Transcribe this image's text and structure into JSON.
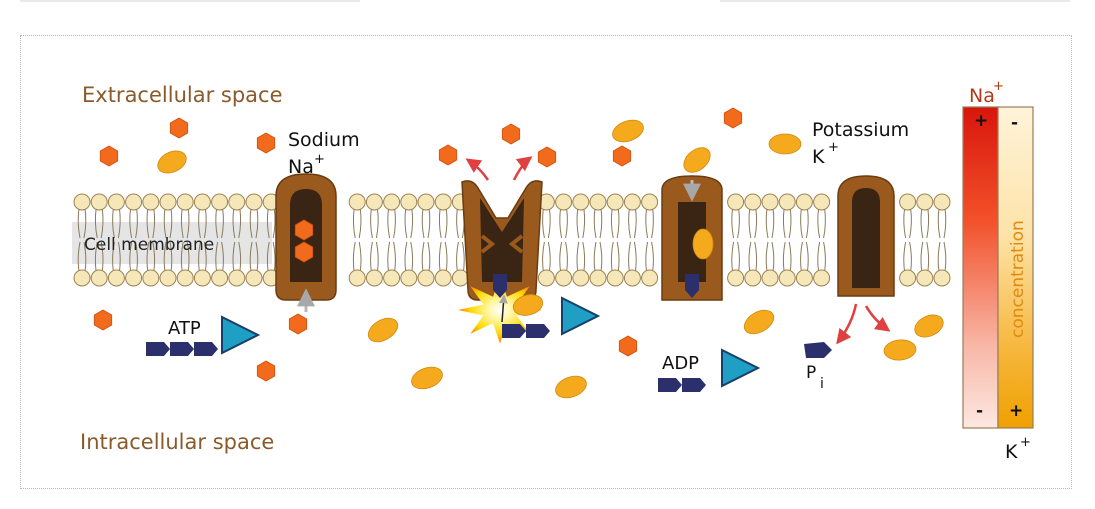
{
  "labels": {
    "extracellular": "Extracellular space",
    "intracellular": "Intracellular space",
    "membrane": "Cell membrane",
    "sodium_name": "Sodium",
    "sodium_symbol": "Na",
    "potassium_name": "Potassium",
    "potassium_symbol": "K",
    "sup_plus": "+",
    "atp": "ATP",
    "adp": "ADP",
    "pi_main": "P",
    "pi_sub": "i"
  },
  "gradient_bar": {
    "top_label": "Na",
    "top_label_sup": "+",
    "bottom_label": "K",
    "bottom_label_sup": "+",
    "axis_text": "concentration",
    "na_top_sign": "+",
    "na_bottom_sign": "-",
    "k_top_sign": "-",
    "k_bottom_sign": "+"
  },
  "colors": {
    "label_brown": "#8a5a2b",
    "sodium_ion": "#f26a1b",
    "potassium_ion": "#f5a91c",
    "pump_outer": "#9a5a1e",
    "pump_inner": "#3a2413",
    "phosphate": "#2b2f6b",
    "adenosine": "#1f9fc4",
    "arrow_red": "#e04040",
    "arrow_gray": "#b8b8b8",
    "lipid_head": "#f6e7b8",
    "na_gradient_top": "#e11f10",
    "k_gradient_bottom": "#f2a600"
  },
  "icons": [
    "sodium-ion-icon",
    "potassium-ion-icon",
    "atp-molecule-icon",
    "adp-molecule-icon",
    "phosphate-icon",
    "atp-hydrolysis-burst-icon",
    "sodium-potassium-pump-icon"
  ]
}
